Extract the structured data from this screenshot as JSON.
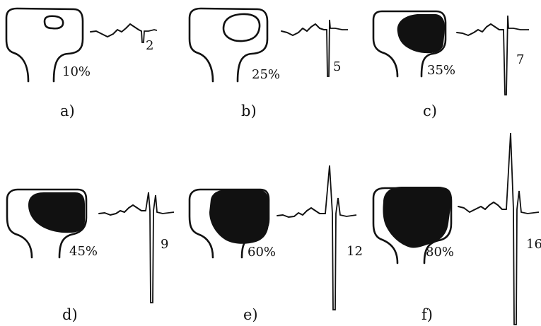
{
  "panels": [
    {
      "label": "a)",
      "percent": "10%",
      "value": "2",
      "fill": "outline"
    },
    {
      "label": "b)",
      "percent": "25%",
      "value": "5",
      "fill": "outline"
    },
    {
      "label": "c)",
      "percent": "35%",
      "value": "7",
      "fill": "solid"
    },
    {
      "label": "d)",
      "percent": "45%",
      "value": "9",
      "fill": "solid"
    },
    {
      "label": "e)",
      "percent": "60%",
      "value": "12",
      "fill": "solid"
    },
    {
      "label": "f)",
      "percent": "80%",
      "value": "16",
      "fill": "solid"
    }
  ],
  "colors": {
    "ink": "#111111",
    "background": "#ffffff"
  }
}
